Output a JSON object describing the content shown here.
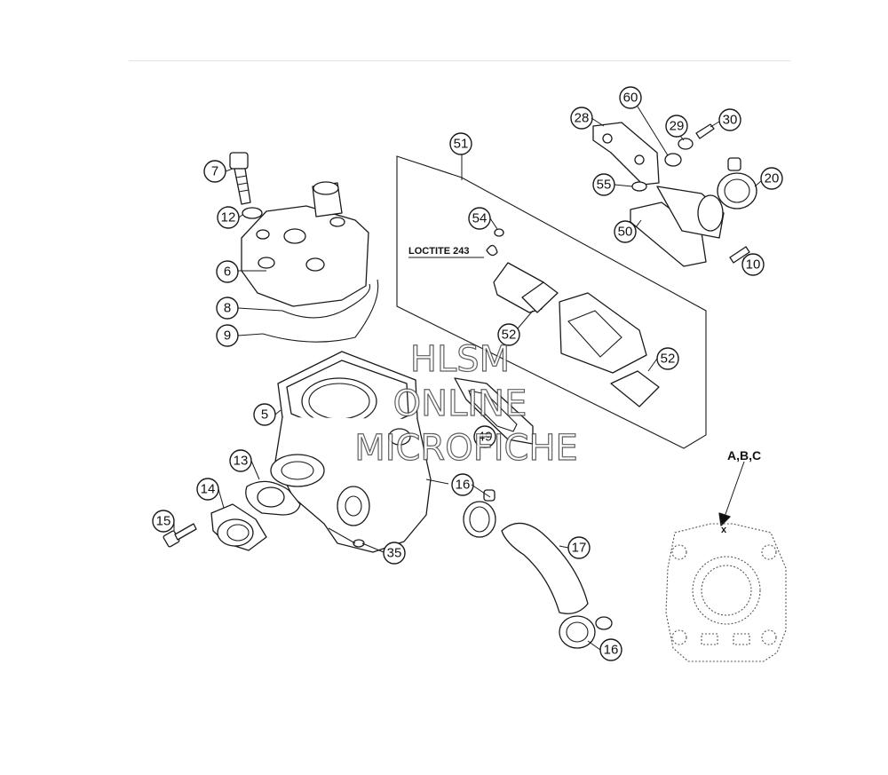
{
  "watermark": {
    "line1": "HLSM",
    "line2": "ONLINE",
    "line3": "MICROFICHE"
  },
  "note": "LOCTITE 243",
  "variant_label": "A,B,C",
  "variant_mark": "x",
  "callouts": {
    "p7": "7",
    "p12": "12",
    "p6": "6",
    "p8": "8",
    "p9": "9",
    "p5": "5",
    "p13": "13",
    "p14": "14",
    "p15": "15",
    "p35": "35",
    "p16a": "16",
    "p16b": "16",
    "p17": "17",
    "p51": "51",
    "p54": "54",
    "p52a": "52",
    "p52b": "52",
    "p49": "49",
    "p28": "28",
    "p60": "60",
    "p29": "29",
    "p30": "30",
    "p55": "55",
    "p20": "20",
    "p50": "50",
    "p10": "10"
  }
}
